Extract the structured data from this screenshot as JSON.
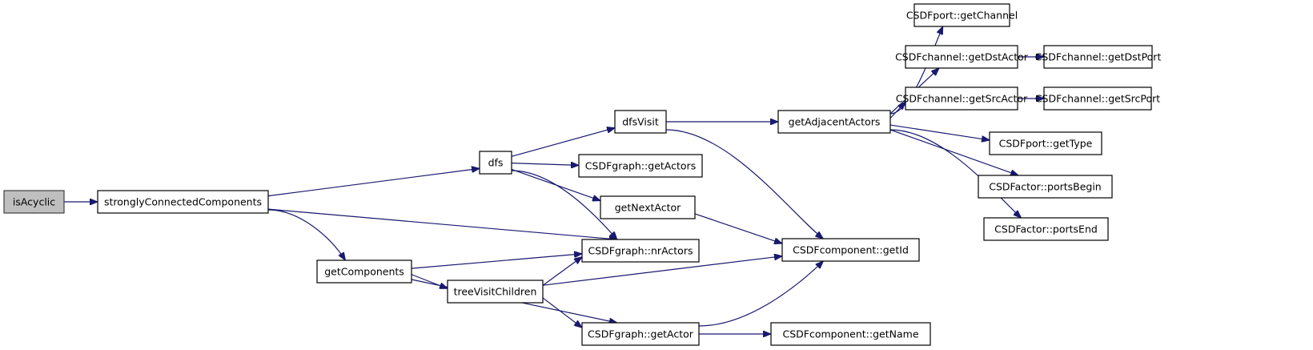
{
  "diagram": {
    "title": "Call graph for isAcyclic",
    "colors": {
      "edge": "#191970",
      "root_fill": "#bfbfbf",
      "node_fill": "#ffffff",
      "border": "#000000"
    },
    "nodes": [
      {
        "id": "isAcyclic",
        "label": "isAcyclic",
        "root": true
      },
      {
        "id": "scc",
        "label": "stronglyConnectedComponents"
      },
      {
        "id": "dfs",
        "label": "dfs"
      },
      {
        "id": "getComponents",
        "label": "getComponents"
      },
      {
        "id": "dfsVisit",
        "label": "dfsVisit"
      },
      {
        "id": "getActors",
        "label": "CSDFgraph::getActors"
      },
      {
        "id": "getNextActor",
        "label": "getNextActor"
      },
      {
        "id": "nrActors",
        "label": "CSDFgraph::nrActors"
      },
      {
        "id": "treeVisitChildren",
        "label": "treeVisitChildren"
      },
      {
        "id": "getActor",
        "label": "CSDFgraph::getActor"
      },
      {
        "id": "getAdjacentActors",
        "label": "getAdjacentActors"
      },
      {
        "id": "getId",
        "label": "CSDFcomponent::getId"
      },
      {
        "id": "getName",
        "label": "CSDFcomponent::getName"
      },
      {
        "id": "getChannel",
        "label": "CSDFport::getChannel"
      },
      {
        "id": "getDstActor",
        "label": "CSDFchannel::getDstActor"
      },
      {
        "id": "getSrcActor",
        "label": "CSDFchannel::getSrcActor"
      },
      {
        "id": "getType",
        "label": "CSDFport::getType"
      },
      {
        "id": "portsBegin",
        "label": "CSDFactor::portsBegin"
      },
      {
        "id": "portsEnd",
        "label": "CSDFactor::portsEnd"
      },
      {
        "id": "getDstPort",
        "label": "CSDFchannel::getDstPort"
      },
      {
        "id": "getSrcPort",
        "label": "CSDFchannel::getSrcPort"
      }
    ],
    "edges": [
      [
        "isAcyclic",
        "scc"
      ],
      [
        "scc",
        "dfs"
      ],
      [
        "scc",
        "nrActors"
      ],
      [
        "scc",
        "getComponents"
      ],
      [
        "dfs",
        "dfsVisit"
      ],
      [
        "dfs",
        "getActors"
      ],
      [
        "dfs",
        "getNextActor"
      ],
      [
        "dfs",
        "nrActors"
      ],
      [
        "getComponents",
        "nrActors"
      ],
      [
        "getComponents",
        "treeVisitChildren"
      ],
      [
        "getComponents",
        "getActor"
      ],
      [
        "treeVisitChildren",
        "nrActors"
      ],
      [
        "treeVisitChildren",
        "getId"
      ],
      [
        "treeVisitChildren",
        "getActor"
      ],
      [
        "dfsVisit",
        "getAdjacentActors"
      ],
      [
        "dfsVisit",
        "getId"
      ],
      [
        "getNextActor",
        "getId"
      ],
      [
        "getActor",
        "getId"
      ],
      [
        "getActor",
        "getName"
      ],
      [
        "getAdjacentActors",
        "getChannel"
      ],
      [
        "getAdjacentActors",
        "getDstActor"
      ],
      [
        "getAdjacentActors",
        "getSrcActor"
      ],
      [
        "getAdjacentActors",
        "getType"
      ],
      [
        "getAdjacentActors",
        "portsBegin"
      ],
      [
        "getAdjacentActors",
        "portsEnd"
      ],
      [
        "getDstActor",
        "getDstPort"
      ],
      [
        "getSrcActor",
        "getSrcPort"
      ]
    ]
  }
}
